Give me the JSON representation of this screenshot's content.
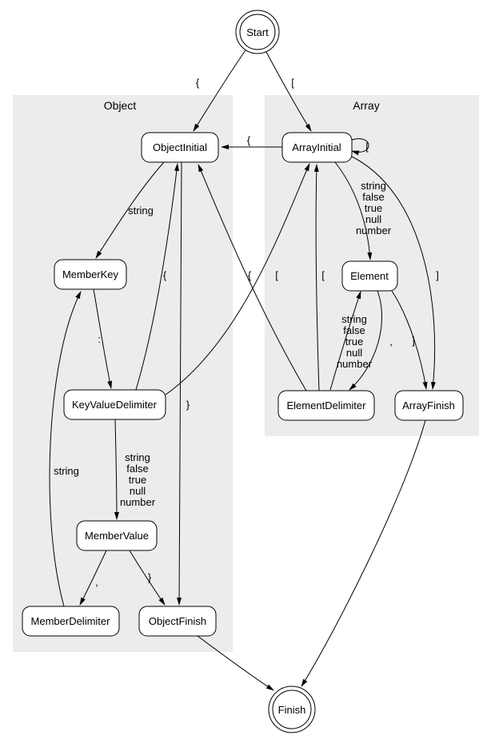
{
  "diagram": {
    "kind": "state-machine",
    "clusters": {
      "object": "Object",
      "array": "Array"
    },
    "nodes": {
      "start": "Start",
      "object_initial": "ObjectInitial",
      "array_initial": "ArrayInitial",
      "member_key": "MemberKey",
      "element": "Element",
      "key_value_delimiter": "KeyValueDelimiter",
      "element_delimiter": "ElementDelimiter",
      "array_finish": "ArrayFinish",
      "member_value": "MemberValue",
      "member_delimiter": "MemberDelimiter",
      "object_finish": "ObjectFinish",
      "finish": "Finish"
    },
    "edges": {
      "start_object_initial": {
        "from": "Start",
        "to": "ObjectInitial",
        "label": "{"
      },
      "start_array_initial": {
        "from": "Start",
        "to": "ArrayInitial",
        "label": "["
      },
      "array_initial_object_initial": {
        "from": "ArrayInitial",
        "to": "ObjectInitial",
        "label": "{"
      },
      "array_initial_self": {
        "from": "ArrayInitial",
        "to": "ArrayInitial",
        "label": "["
      },
      "object_initial_member_key": {
        "from": "ObjectInitial",
        "to": "MemberKey",
        "label": "string"
      },
      "member_key_key_value_delimiter": {
        "from": "MemberKey",
        "to": "KeyValueDelimiter",
        "label": ":"
      },
      "key_value_delimiter_member_value": {
        "from": "KeyValueDelimiter",
        "to": "MemberValue",
        "label": [
          "string",
          "false",
          "true",
          "null",
          "number"
        ]
      },
      "key_value_delimiter_object_initial": {
        "from": "KeyValueDelimiter",
        "to": "ObjectInitial",
        "label": "{"
      },
      "key_value_delimiter_array_initial": {
        "from": "KeyValueDelimiter",
        "to": "ArrayInitial",
        "label": "["
      },
      "member_value_member_delimiter": {
        "from": "MemberValue",
        "to": "MemberDelimiter",
        "label": ","
      },
      "member_value_object_finish": {
        "from": "MemberValue",
        "to": "ObjectFinish",
        "label": "}"
      },
      "member_delimiter_member_key": {
        "from": "MemberDelimiter",
        "to": "MemberKey",
        "label": "string"
      },
      "object_initial_object_finish": {
        "from": "ObjectInitial",
        "to": "ObjectFinish",
        "label": "}"
      },
      "array_initial_element": {
        "from": "ArrayInitial",
        "to": "Element",
        "label": [
          "string",
          "false",
          "true",
          "null",
          "number"
        ]
      },
      "array_initial_array_finish": {
        "from": "ArrayInitial",
        "to": "ArrayFinish",
        "label": "]"
      },
      "element_element_delimiter": {
        "from": "Element",
        "to": "ElementDelimiter",
        "label": ","
      },
      "element_array_finish": {
        "from": "Element",
        "to": "ArrayFinish",
        "label": "]"
      },
      "element_delimiter_element": {
        "from": "ElementDelimiter",
        "to": "Element",
        "label": [
          "string",
          "false",
          "true",
          "null",
          "number"
        ]
      },
      "element_delimiter_object_initial": {
        "from": "ElementDelimiter",
        "to": "ObjectInitial",
        "label": "{"
      },
      "element_delimiter_array_initial": {
        "from": "ElementDelimiter",
        "to": "ArrayInitial",
        "label": "["
      },
      "object_finish_finish": {
        "from": "ObjectFinish",
        "to": "Finish",
        "label": ""
      },
      "array_finish_finish": {
        "from": "ArrayFinish",
        "to": "Finish",
        "label": ""
      }
    },
    "colors": {
      "cluster_fill": "#ececec",
      "node_fill": "#ffffff",
      "stroke": "#000000",
      "background": "#ffffff"
    }
  }
}
